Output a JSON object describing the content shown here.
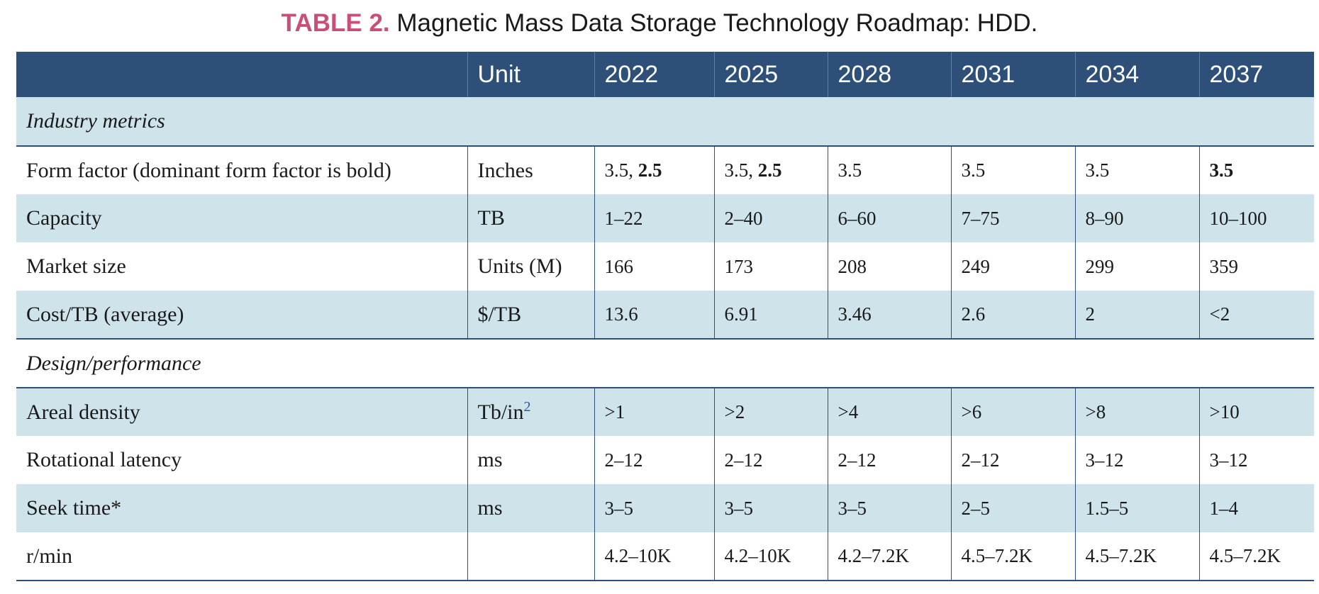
{
  "caption": {
    "tag": "TABLE 2.",
    "title": "Magnetic Mass Data Storage Technology Roadmap: HDD."
  },
  "header": {
    "label": "",
    "unit": "Unit",
    "years": [
      "2022",
      "2025",
      "2028",
      "2031",
      "2034",
      "2037"
    ]
  },
  "sections": [
    {
      "title": "Industry metrics",
      "rows": [
        {
          "label": "Form factor (dominant form factor is bold)",
          "unit": "Inches",
          "cells": [
            {
              "plain": "3.5, ",
              "bold": "2.5"
            },
            {
              "plain": "3.5, ",
              "bold": "2.5"
            },
            {
              "plain": "3.5",
              "bold": ""
            },
            {
              "plain": "3.5",
              "bold": ""
            },
            {
              "plain": "3.5",
              "bold": ""
            },
            {
              "plain": "",
              "bold": "3.5"
            }
          ]
        },
        {
          "label": "Capacity",
          "unit": "TB",
          "values": [
            "1–22",
            "2–40",
            "6–60",
            "7–75",
            "8–90",
            "10–100"
          ]
        },
        {
          "label": "Market size",
          "unit": "Units (M)",
          "values": [
            "166",
            "173",
            "208",
            "249",
            "299",
            "359"
          ]
        },
        {
          "label": "Cost/TB (average)",
          "unit": "$/TB",
          "values": [
            "13.6",
            "6.91",
            "3.46",
            "2.6",
            "2",
            "<2"
          ]
        }
      ]
    },
    {
      "title": "Design/performance",
      "rows": [
        {
          "label": "Areal density",
          "unit_base": "Tb/in",
          "unit_sup": "2",
          "values": [
            ">1",
            ">2",
            ">4",
            ">6",
            ">8",
            ">10"
          ]
        },
        {
          "label": "Rotational latency",
          "unit": "ms",
          "values": [
            "2–12",
            "2–12",
            "2–12",
            "2–12",
            "3–12",
            "3–12"
          ]
        },
        {
          "label": "Seek time*",
          "unit": "ms",
          "values": [
            "3–5",
            "3–5",
            "3–5",
            "2–5",
            "1.5–5",
            "1–4"
          ]
        },
        {
          "label": "r/min",
          "unit": "",
          "values": [
            "4.2–10K",
            "4.2–10K",
            "4.2–7.2K",
            "4.5–7.2K",
            "4.5–7.2K",
            "4.5–7.2K"
          ]
        }
      ]
    }
  ],
  "colors": {
    "header_bg": "#2e5078",
    "band_bg": "#cfe3ea",
    "caption_tag": "#c94f78"
  }
}
